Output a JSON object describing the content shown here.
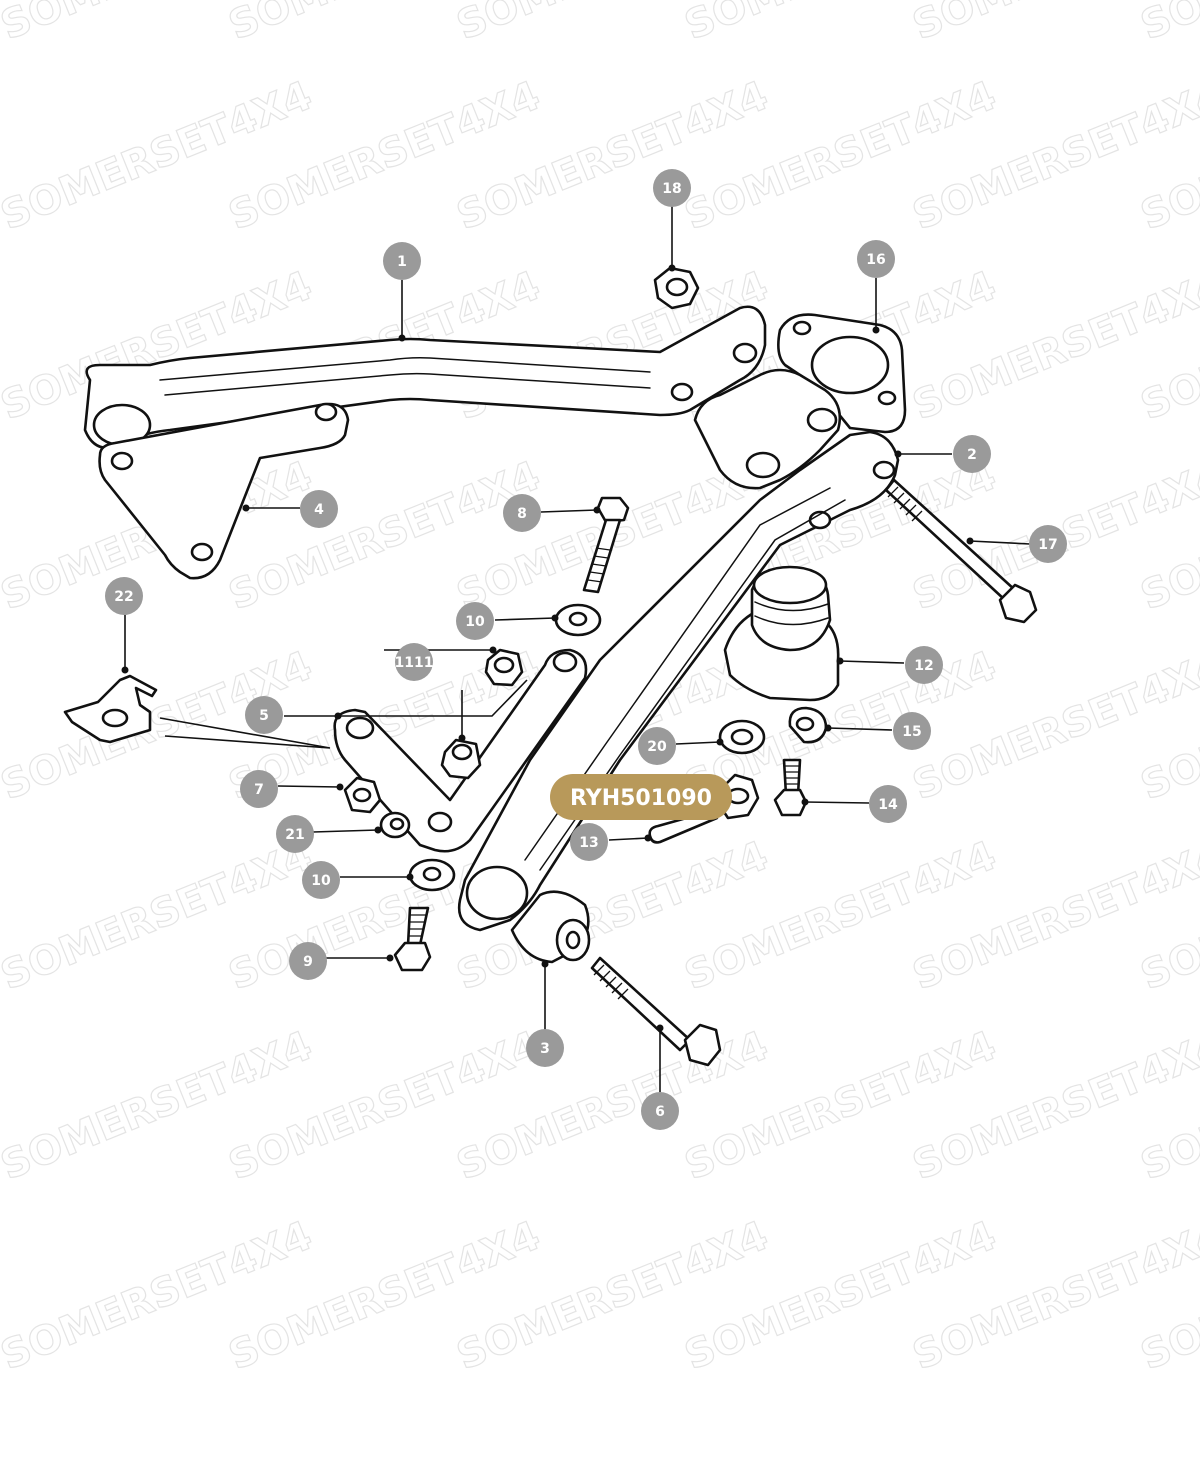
{
  "watermark": "SOMERSET4X4",
  "highlight_part_number": "RYH501090",
  "callouts": [
    {
      "id": "c1",
      "label": "1"
    },
    {
      "id": "c2",
      "label": "2"
    },
    {
      "id": "c3",
      "label": "3"
    },
    {
      "id": "c4",
      "label": "4"
    },
    {
      "id": "c5",
      "label": "5"
    },
    {
      "id": "c6",
      "label": "6"
    },
    {
      "id": "c7",
      "label": "7"
    },
    {
      "id": "c8",
      "label": "8"
    },
    {
      "id": "c9",
      "label": "9"
    },
    {
      "id": "c10a",
      "label": "10"
    },
    {
      "id": "c10b",
      "label": "10"
    },
    {
      "id": "c11",
      "label": "1111"
    },
    {
      "id": "c12",
      "label": "12"
    },
    {
      "id": "c13",
      "label": "13"
    },
    {
      "id": "c14",
      "label": "14"
    },
    {
      "id": "c15",
      "label": "15"
    },
    {
      "id": "c16",
      "label": "16"
    },
    {
      "id": "c17",
      "label": "17"
    },
    {
      "id": "c18",
      "label": "18"
    },
    {
      "id": "c20",
      "label": "20"
    },
    {
      "id": "c21",
      "label": "21"
    },
    {
      "id": "c22",
      "label": "22"
    }
  ]
}
